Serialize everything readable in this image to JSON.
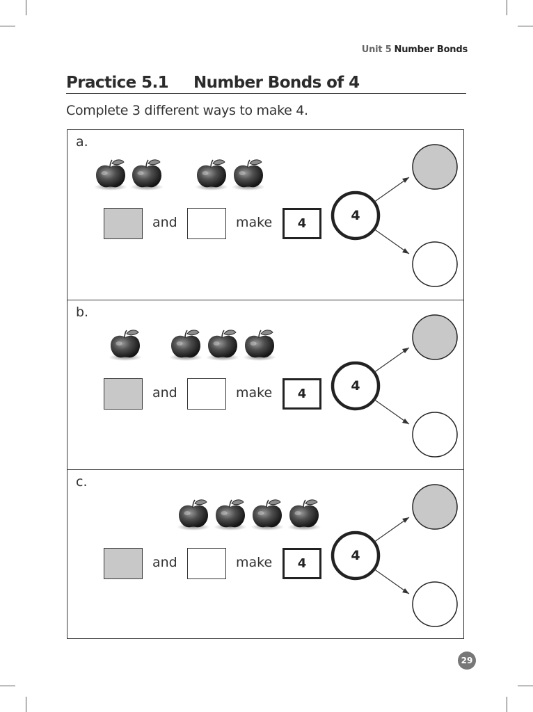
{
  "header": {
    "unit_label": "Unit 5",
    "unit_title": "Number Bonds"
  },
  "practice": {
    "number": "Practice 5.1",
    "title": "Number Bonds of 4"
  },
  "instruction": "Complete 3 different ways to make 4.",
  "sections": [
    {
      "label": "a.",
      "word_and": "and",
      "word_make": "make",
      "total": "4",
      "bond_whole": "4",
      "apple_groups": [
        2,
        2
      ]
    },
    {
      "label": "b.",
      "word_and": "and",
      "word_make": "make",
      "total": "4",
      "bond_whole": "4",
      "apple_groups": [
        1,
        3
      ]
    },
    {
      "label": "c.",
      "word_and": "and",
      "word_make": "make",
      "total": "4",
      "bond_whole": "4",
      "apple_groups": [
        4
      ]
    }
  ],
  "page_number": "29",
  "colors": {
    "shaded_part": "#c8c8c8",
    "ink": "#333333",
    "page_badge": "#777777"
  },
  "icon": "apple-icon"
}
